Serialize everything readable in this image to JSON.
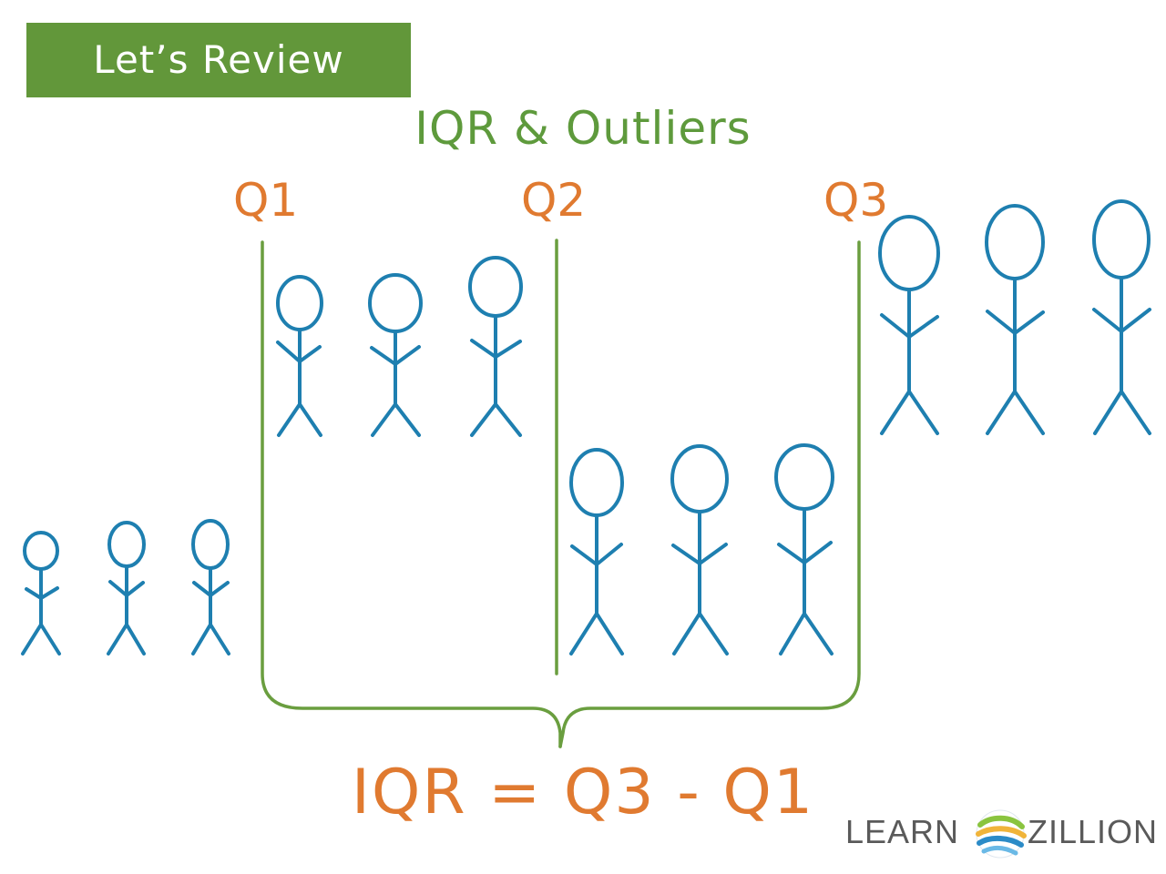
{
  "banner": {
    "label": "Let’s Review",
    "color": "#62973a"
  },
  "title": "IQR & Outliers",
  "quartiles": {
    "q1": "Q1",
    "q2": "Q2",
    "q3": "Q3"
  },
  "formula": "IQR = Q3 - Q1",
  "logo": {
    "left": "LEARN",
    "right": "ZILLION"
  },
  "colors": {
    "figure": "#1e7fb0",
    "bracket": "#6a9e3f",
    "quartile_text": "#e07a30"
  }
}
